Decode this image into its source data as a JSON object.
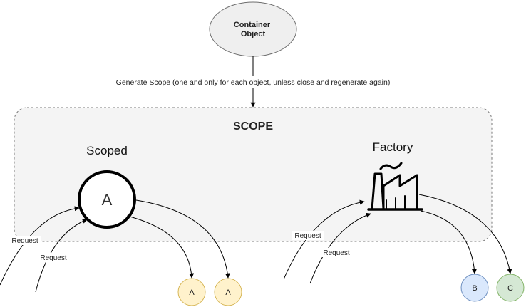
{
  "container": {
    "line1": "Container",
    "line2": "Object"
  },
  "generate_label": "Generate Scope (one and only for each object, unless close and regenerate again)",
  "scope": {
    "title": "SCOPE"
  },
  "scoped": {
    "title": "Scoped",
    "instance_letter": "A"
  },
  "factory": {
    "title": "Factory"
  },
  "requests": {
    "scoped_outer": "Request",
    "scoped_inner": "Request",
    "factory_outer": "Request",
    "factory_inner": "Request"
  },
  "outputs": {
    "scoped": [
      "A",
      "A"
    ],
    "factory": [
      "B",
      "C"
    ]
  },
  "colors": {
    "scope_fill": "#f4f4f4",
    "scope_border": "#7a7a7a",
    "container_fill": "#efefef",
    "output_a_fill": "#fff2cc",
    "output_a_stroke": "#d6b656",
    "output_b_fill": "#dae8fc",
    "output_b_stroke": "#6c8ebf",
    "output_c_fill": "#d5e8d4",
    "output_c_stroke": "#82b366"
  }
}
